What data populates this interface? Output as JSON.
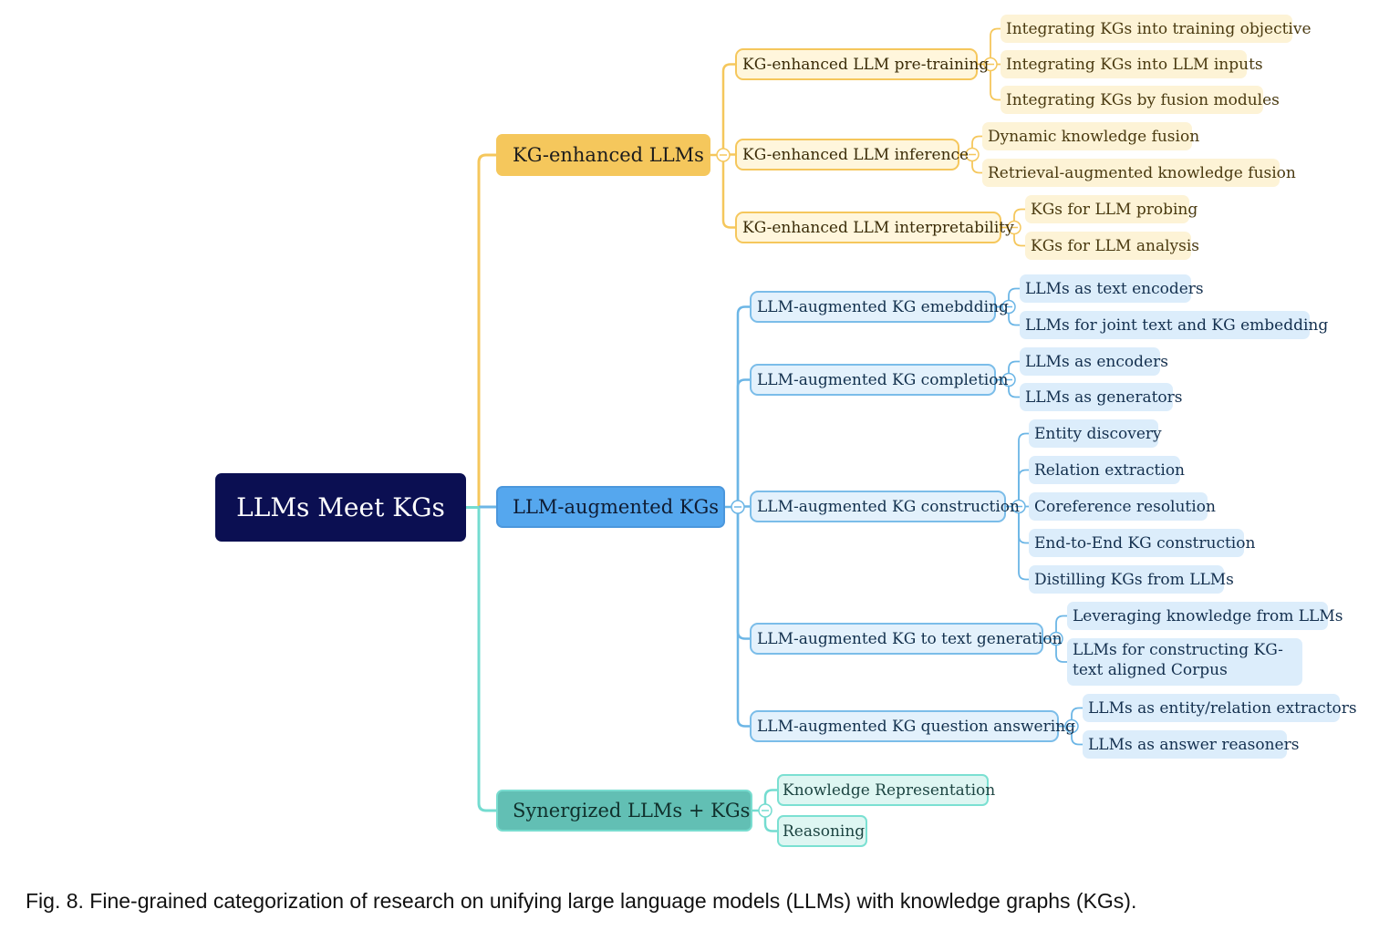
{
  "colors": {
    "yellow": "#f5c75c",
    "blue": "#6cb6e6",
    "teal": "#74dcd0",
    "root": "#0b0f52"
  },
  "root": {
    "label": "LLMs Meet KGs"
  },
  "categories": [
    {
      "label": "KG-enhanced LLMs",
      "subs": [
        {
          "label": "KG-enhanced LLM pre-training",
          "leaves": [
            "Integrating KGs into training objective",
            "Integrating KGs into LLM inputs",
            "Integrating KGs by fusion modules"
          ]
        },
        {
          "label": "KG-enhanced LLM inference",
          "leaves": [
            "Dynamic knowledge fusion",
            "Retrieval-augmented knowledge fusion"
          ]
        },
        {
          "label": "KG-enhanced LLM interpretability",
          "leaves": [
            "KGs for LLM probing",
            "KGs for LLM analysis"
          ]
        }
      ]
    },
    {
      "label": "LLM-augmented KGs",
      "subs": [
        {
          "label": "LLM-augmented KG emebdding",
          "leaves": [
            "LLMs as text encoders",
            "LLMs for joint text and KG embedding"
          ]
        },
        {
          "label": "LLM-augmented KG completion",
          "leaves": [
            "LLMs as encoders",
            "LLMs as generators"
          ]
        },
        {
          "label": "LLM-augmented KG construction",
          "leaves": [
            "Entity discovery",
            "Relation extraction",
            "Coreference resolution",
            "End-to-End KG construction",
            "Distilling KGs from LLMs"
          ]
        },
        {
          "label": "LLM-augmented KG to text generation",
          "leaves": [
            "Leveraging knowledge from LLMs",
            "LLMs for constructing KG-text aligned Corpus"
          ]
        },
        {
          "label": "LLM-augmented KG question answering",
          "leaves": [
            "LLMs as entity/relation extractors",
            "LLMs as answer reasoners"
          ]
        }
      ]
    },
    {
      "label": "Synergized LLMs + KGs",
      "leaves": [
        "Knowledge Representation",
        "Reasoning"
      ]
    }
  ],
  "caption": "Fig. 8. Fine-grained categorization of research on unifying large language models (LLMs) with knowledge graphs (KGs)."
}
